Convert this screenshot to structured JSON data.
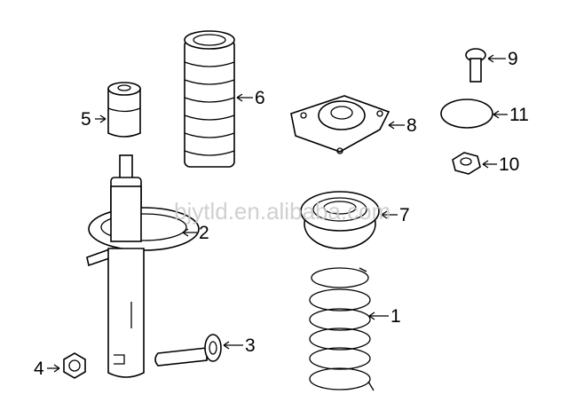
{
  "watermark": "bjytld.en.alibaba.com",
  "callouts": [
    {
      "number": "1",
      "part": "coil-spring"
    },
    {
      "number": "2",
      "part": "strut-assembly"
    },
    {
      "number": "3",
      "part": "bolt"
    },
    {
      "number": "4",
      "part": "flange-nut"
    },
    {
      "number": "5",
      "part": "bump-stop"
    },
    {
      "number": "6",
      "part": "dust-boot"
    },
    {
      "number": "7",
      "part": "spring-seat"
    },
    {
      "number": "8",
      "part": "strut-mount"
    },
    {
      "number": "9",
      "part": "mount-bolt"
    },
    {
      "number": "10",
      "part": "mount-nut"
    },
    {
      "number": "11",
      "part": "cap"
    }
  ]
}
